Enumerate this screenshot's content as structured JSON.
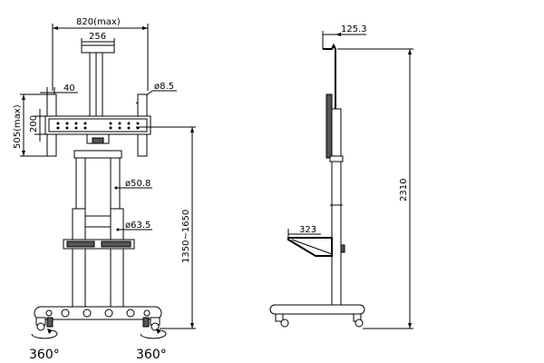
{
  "front_view": {
    "dim_width_max": "820(max)",
    "dim_vesa_center": "256",
    "dim_bracket_40": "40",
    "dim_hole": "ø8.5",
    "dim_height_max": "505(max)",
    "dim_200": "200",
    "dim_upper_tube": "ø50.8",
    "dim_lower_tube": "ø63.5",
    "dim_height_range": "1350~1650",
    "caster_rotation_left": "360°",
    "caster_rotation_right": "360°"
  },
  "side_view": {
    "dim_top_offset": "125.3",
    "dim_shelf_depth": "323",
    "dim_total_height": "2310"
  }
}
